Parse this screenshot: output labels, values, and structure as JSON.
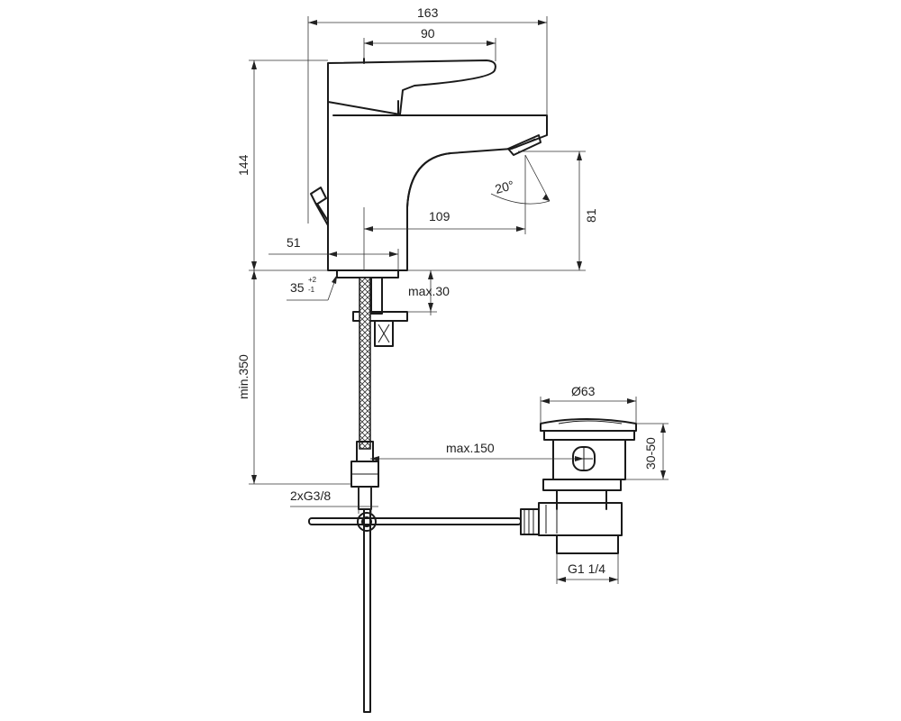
{
  "diagram": {
    "faucet_dims": {
      "overall_width": "163",
      "handle_length": "90",
      "total_height": "144",
      "spout_height": "81",
      "spout_reach": "109",
      "body_width": "51",
      "swivel_angle": "20°",
      "hole_diameter": "35",
      "hole_tolerance_plus": "+2",
      "hole_tolerance_minus": "-1",
      "max_deck_thickness": "max.30",
      "min_hose_length": "min.350",
      "connection_thread": "2xG3/8"
    },
    "waste_dims": {
      "plug_diameter": "Ø63",
      "clamp_range": "30-50",
      "rod_max_distance": "max.150",
      "outlet_thread": "G1 1/4"
    }
  }
}
